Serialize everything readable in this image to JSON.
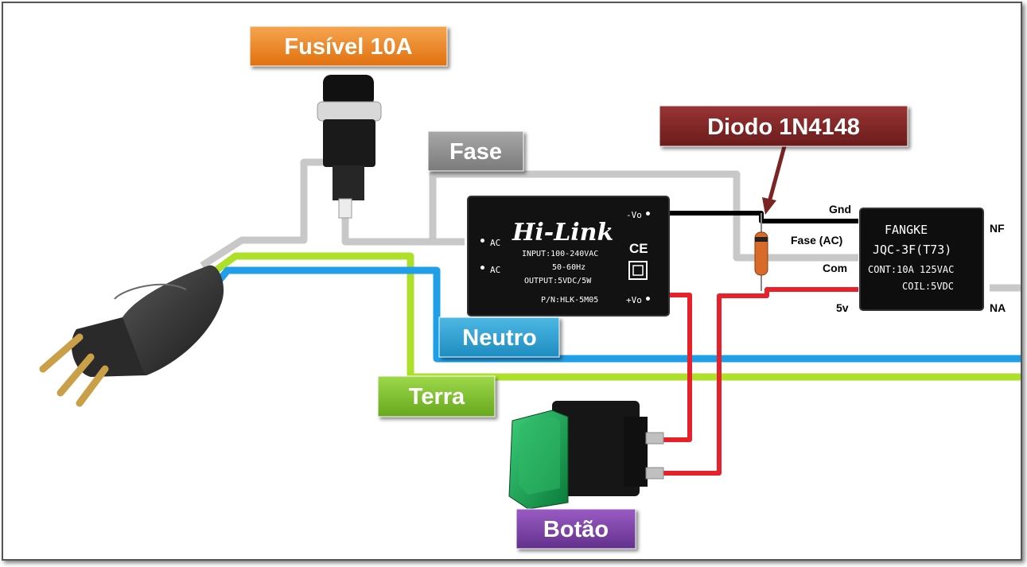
{
  "labels": {
    "fuse": "Fusível 10A",
    "phase": "Fase",
    "diode": "Diodo 1N4148",
    "neutral": "Neutro",
    "ground": "Terra",
    "button": "Botão"
  },
  "hilink": {
    "brand": "Hi-Link",
    "input": "INPUT:100-240VAC",
    "freq": "50-60Hz",
    "output": "OUTPUT:5VDC/5W",
    "pn": "P/N:HLK-5M05",
    "ac1": "AC",
    "ac2": "AC",
    "vneg": "-Vo",
    "vpos": "+Vo",
    "ce": "CE"
  },
  "relay": {
    "brand": "FANGKE",
    "model": "JQC-3F(T73)",
    "cont": "CONT:10A 125VAC",
    "coil": "COIL:5VDC"
  },
  "pins": {
    "gnd": "Gnd",
    "phase_ac": "Fase (AC)",
    "com": "Com",
    "v5": "5v",
    "nf": "NF",
    "na": "NA"
  },
  "colors": {
    "fuse_tag": "#e8821e",
    "phase_tag": "#8c8c8c",
    "diode_tag": "#7b2424",
    "neutral_tag": "#2a9fd0",
    "ground_tag": "#7cc02a",
    "button_tag": "#7b3fa8",
    "phase_wire": "#c8c8c8",
    "neutral_wire": "#1e9fe8",
    "ground_wire": "#aee02a",
    "positive_wire": "#e8202a",
    "negative_wire": "#000000"
  }
}
